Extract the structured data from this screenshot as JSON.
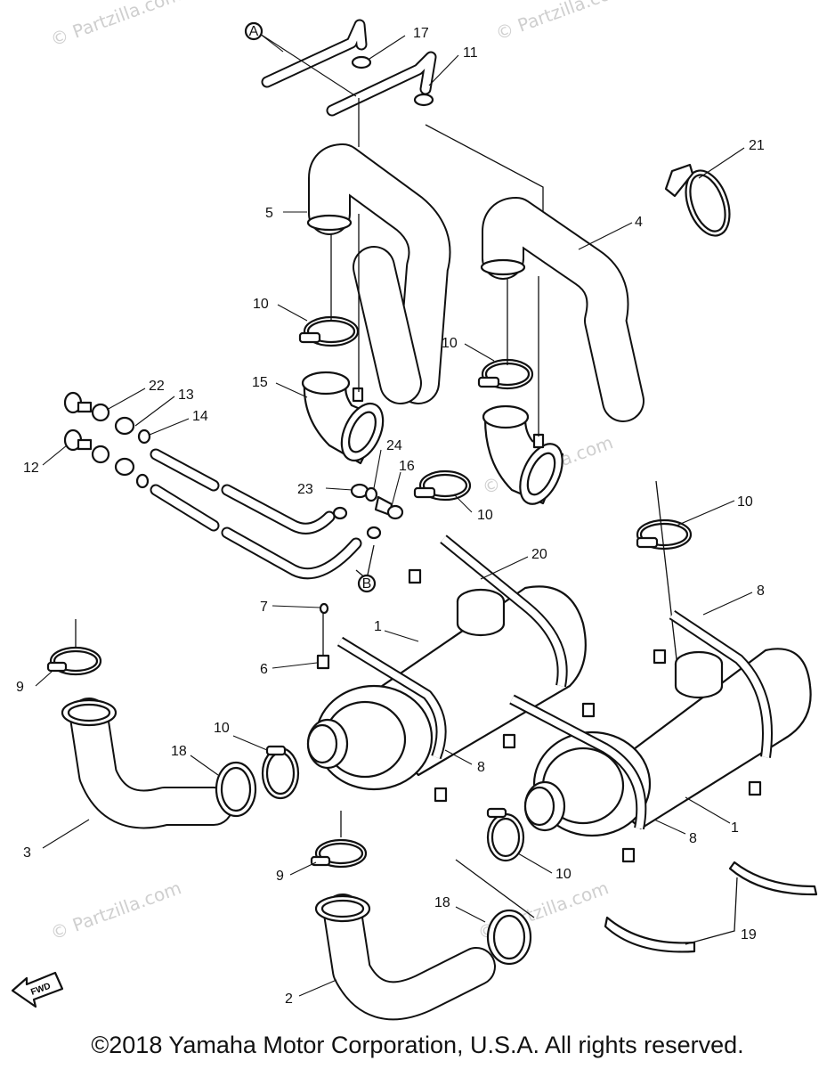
{
  "watermark": "© Partzilla.com",
  "copyright": "©2018 Yamaha Motor Corporation, U.S.A. All rights reserved.",
  "fwd_label": "FWD",
  "callouts": {
    "n1a": "1",
    "n1b": "1",
    "n2": "2",
    "n3": "3",
    "n4": "4",
    "n5": "5",
    "n6": "6",
    "n7": "7",
    "n8a": "8",
    "n8b": "8",
    "n8c": "8",
    "n9a": "9",
    "n9b": "9",
    "n10a": "10",
    "n10b": "10",
    "n10c": "10",
    "n10d": "10",
    "n10e": "10",
    "n10f": "10",
    "n11": "11",
    "n12": "12",
    "n13": "13",
    "n14": "14",
    "n15": "15",
    "n16": "16",
    "n17": "17",
    "n18a": "18",
    "n18b": "18",
    "n19": "19",
    "n20": "20",
    "n21": "21",
    "n22": "22",
    "n23": "23",
    "n24": "24",
    "refA": "A",
    "refB": "B"
  }
}
